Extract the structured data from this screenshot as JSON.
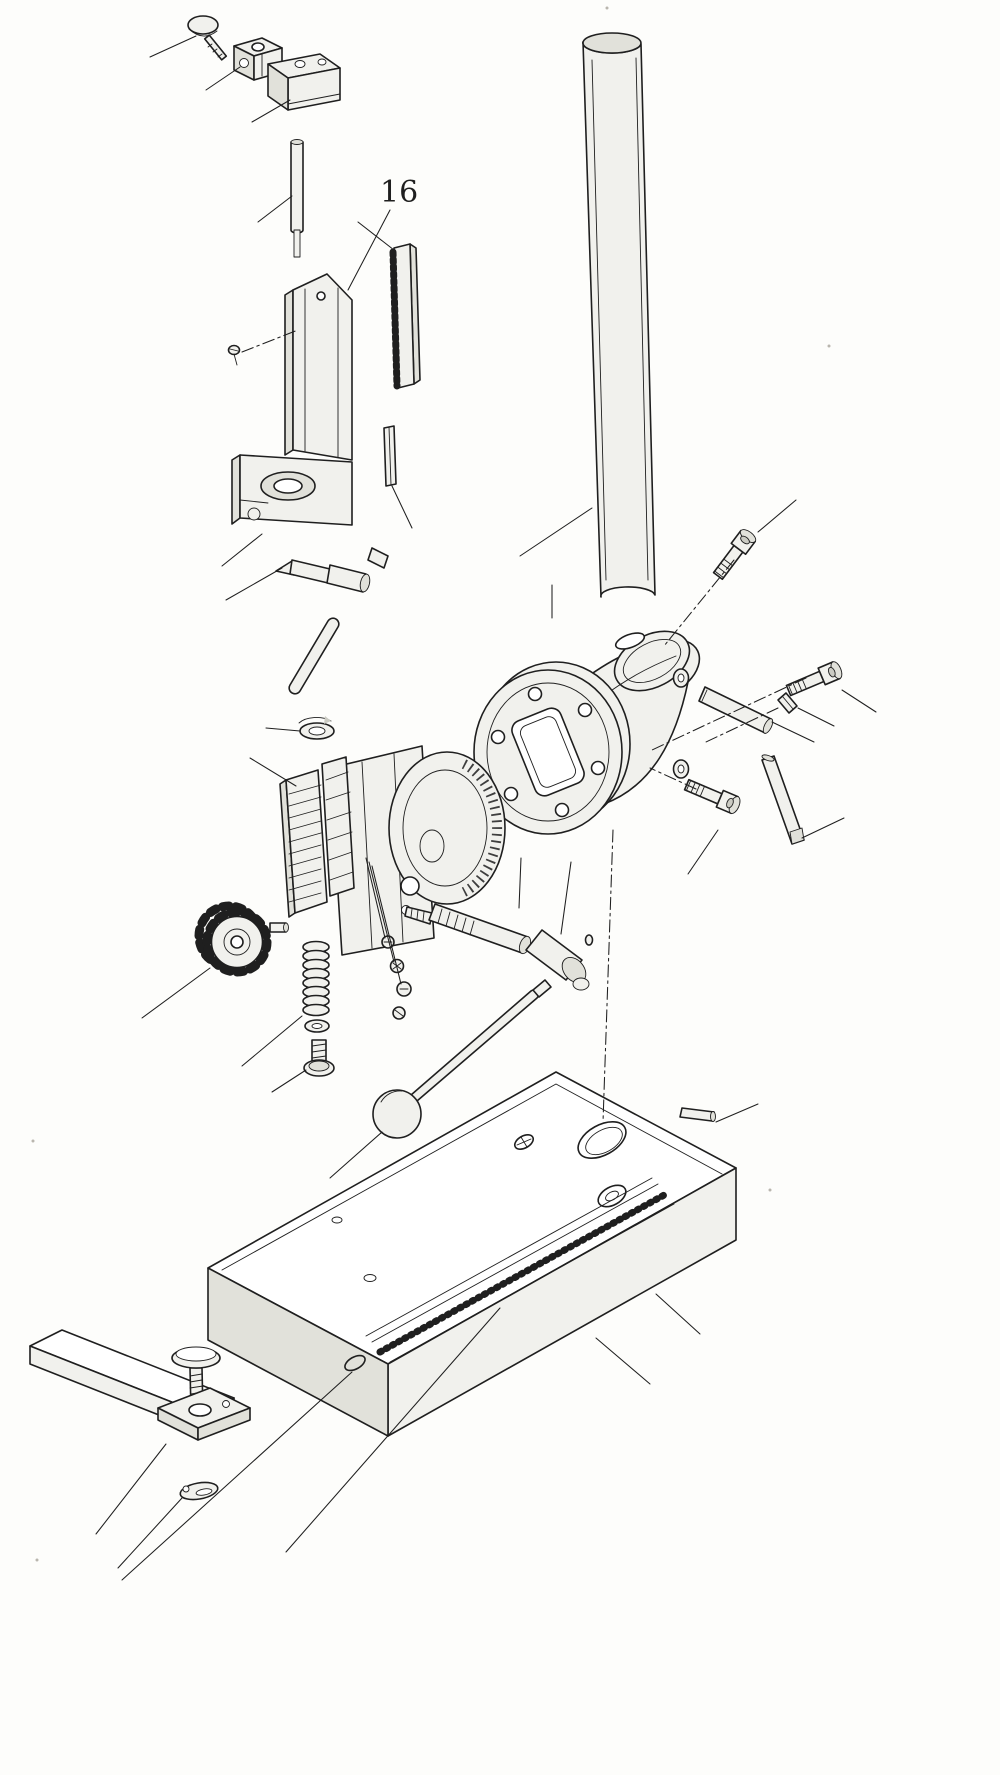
{
  "figure": {
    "type": "exploded-parts-diagram",
    "subject": "drill-stand-exploded-view",
    "labels": [
      {
        "id": "part-16",
        "text": "16"
      }
    ],
    "colors": {
      "background": "#fdfdfb",
      "line": "#1f1f1f",
      "fill_white": "#ffffff",
      "fill_light": "#f1f1ed",
      "fill_mid": "#e1e1da",
      "fill_dark": "#cbcbc3"
    }
  }
}
